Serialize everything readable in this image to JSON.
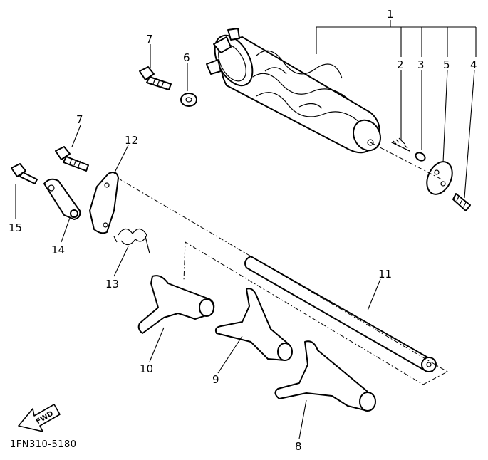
{
  "diagram": {
    "drawing_code": "1FN310-5180",
    "fwd_label": "FWD",
    "callouts": {
      "c1": "1",
      "c2": "2",
      "c3": "3",
      "c4": "4",
      "c5": "5",
      "c6": "6",
      "c7a": "7",
      "c7b": "7",
      "c8": "8",
      "c9": "9",
      "c10": "10",
      "c11": "11",
      "c12": "12",
      "c13": "13",
      "c14": "14",
      "c15": "15"
    }
  }
}
